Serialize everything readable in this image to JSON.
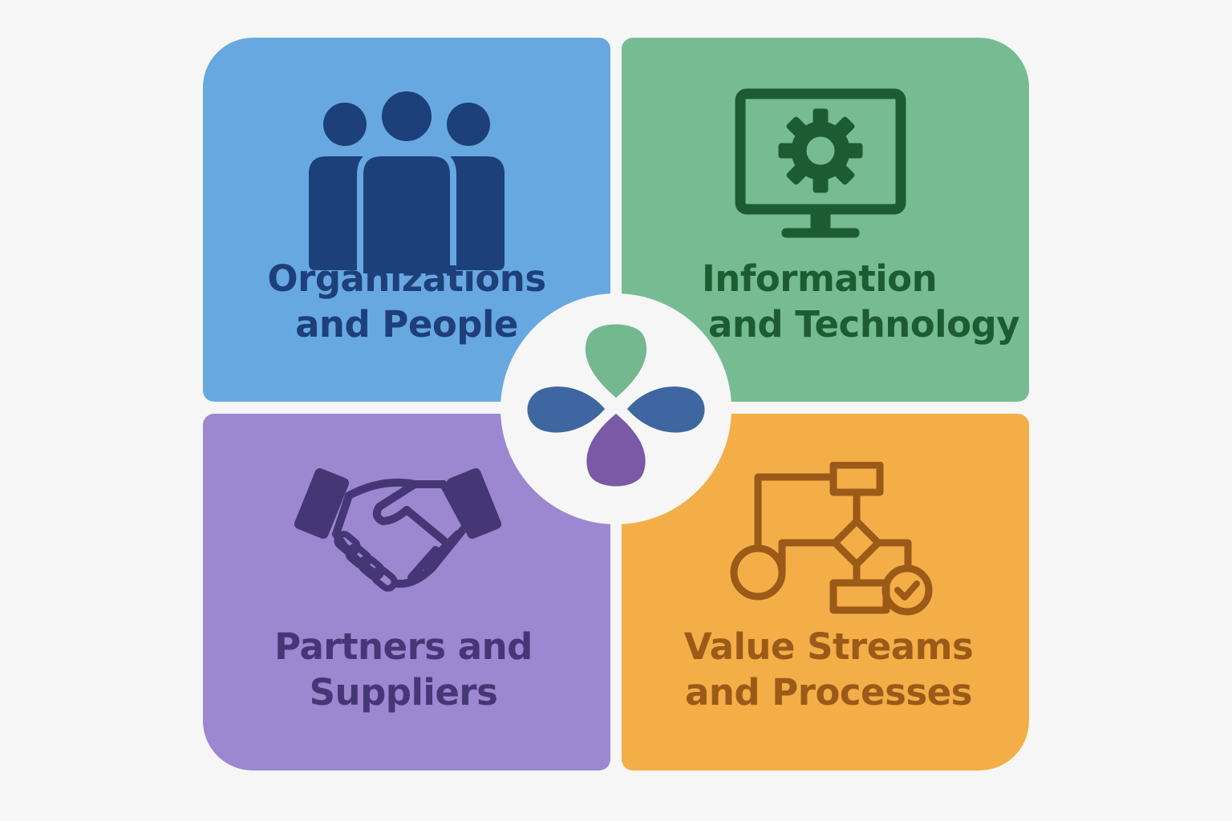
{
  "colors": {
    "background": "#f6f6f6",
    "organizations_fill": "#68a8e0",
    "organizations_ink": "#1d3f7a",
    "technology_fill": "#77bb93",
    "technology_ink": "#1d5c33",
    "partners_fill": "#9c87d1",
    "partners_ink": "#453775",
    "value_fill": "#f3ae48",
    "value_ink": "#9b5a18",
    "hub_green": "#74b890",
    "hub_blue": "#3e67a1",
    "hub_purple": "#7a59a7"
  },
  "quadrants": {
    "organizations": {
      "line1": "Organizations",
      "line2": "and People",
      "icon": "people-group-icon"
    },
    "technology": {
      "line1": "Information",
      "line2": "and Technology",
      "icon": "monitor-gear-icon"
    },
    "partners": {
      "line1": "Partners and",
      "line2": "Suppliers",
      "icon": "handshake-icon"
    },
    "value": {
      "line1": "Value Streams",
      "line2": "and Processes",
      "icon": "process-flow-icon"
    }
  },
  "hub": {
    "icon": "four-petal-logo-icon"
  }
}
